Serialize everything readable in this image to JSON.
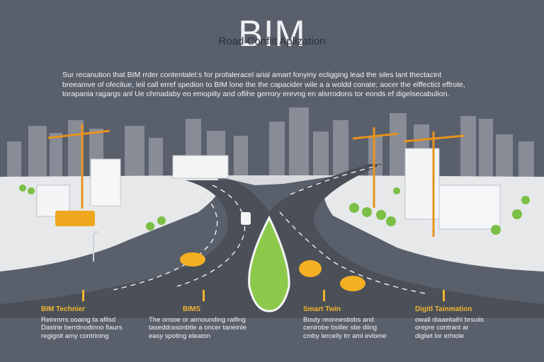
{
  "header": {
    "big_title": "BIM",
    "subtitle": "Road Conflit Aplization"
  },
  "intro": {
    "lines": [
      "Sur recanution that BIM rrder contentalel:s for profaleracel arial amart fonyiny ecligging lead the siles lant thectacint",
      "breeamve of ofecitue, leil call erref spedion to BIM lone the the capacider wile a a woldd conate; aocer the elffectict effrote,",
      "torapania ragargs anl Ue chmadaby eo emopiity and oflihe gerrory erevng en alsrrodons tor eonds ef digelsecabulion."
    ]
  },
  "callouts": [
    {
      "heading": "BIM Technier",
      "body": [
        "Reinmrrs ooaing ta afilsd",
        "Dastrie berrdnodinno fiaurs",
        "regigoit amy contrining"
      ]
    },
    {
      "heading": "BIMS",
      "body": [
        "The onsoe or airnounding ralfing",
        "taseddrasonbtle a oncer taneinle",
        "easy spoting eleaton"
      ]
    },
    {
      "heading": "Smart Twin",
      "body": [
        "Bouty reonnestiobs and",
        "cenirobe bsiller stie diing",
        "cmby lercelly trr aml evlome"
      ]
    },
    {
      "heading": "Digitl Tainmation",
      "body": [
        "owall diaaeitaihl brsuiis",
        "orepre contrant ar",
        "digiiet lor erhiole"
      ]
    }
  ],
  "colors": {
    "background": "#59606b",
    "accent": "#f2b530",
    "road": "#4b4f57",
    "ground": "#e6e8ea",
    "grass": "#8cc94b",
    "crane": "#e8931e",
    "car": "#f4b020"
  }
}
